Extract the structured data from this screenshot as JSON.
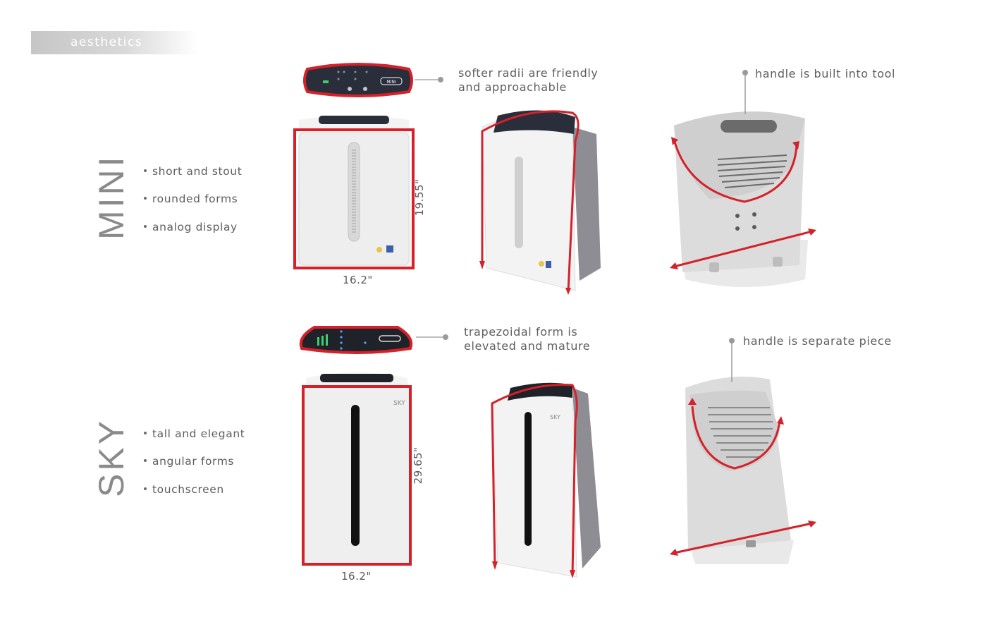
{
  "header": {
    "title": "aesthetics"
  },
  "mini": {
    "label": "MINI",
    "traits": [
      "short and stout",
      "rounded forms",
      "analog display"
    ],
    "panel_callout": [
      "softer radii are friendly",
      "and approachable"
    ],
    "handle_callout": "handle is built into tool",
    "dim_height": "19.55\"",
    "dim_width": "16.2\"",
    "badge_text": "MINI"
  },
  "sky": {
    "label": "SKY",
    "traits": [
      "tall and elegant",
      "angular forms",
      "touchscreen"
    ],
    "panel_callout": [
      "trapezoidal form is",
      "elevated and mature"
    ],
    "handle_callout": "handle is separate piece",
    "dim_height": "29.65\"",
    "dim_width": "16.2\"",
    "brand_text": "SKY"
  },
  "colors": {
    "accent": "#d4212a",
    "panel": "#2a2d3a",
    "body": "#f2f2f2",
    "body_shade": "#d9d9d9",
    "text": "#5e5e5e"
  }
}
